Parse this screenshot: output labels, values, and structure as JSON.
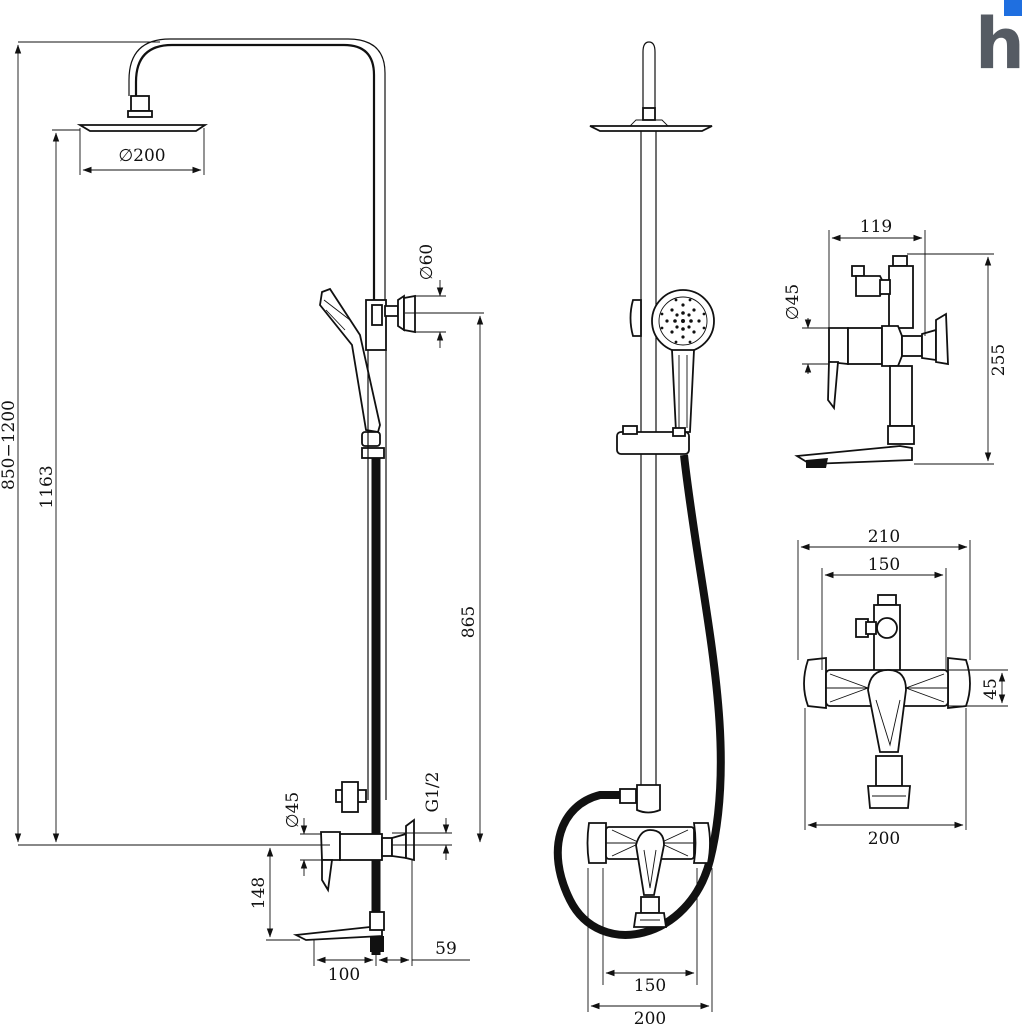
{
  "logo": {
    "letter": "h",
    "gray": "#555b63",
    "accent": "#1f6fe0"
  },
  "dimensions": {
    "head_diameter": "∅200",
    "total_height": "850−1200",
    "height_1163": "1163",
    "height_865": "865",
    "holder_diameter": "∅60",
    "inlet_diameter": "∅45",
    "thread": "G1/2",
    "spout_height": "148",
    "spout_reach": "100",
    "spout_offset": "59",
    "front_centers": "150",
    "front_width": "200",
    "side_depth": "119",
    "side_diameter": "∅45",
    "side_height": "255",
    "top_width": "210",
    "top_centers": "150",
    "top_depth": "45",
    "top_base_width": "200"
  }
}
